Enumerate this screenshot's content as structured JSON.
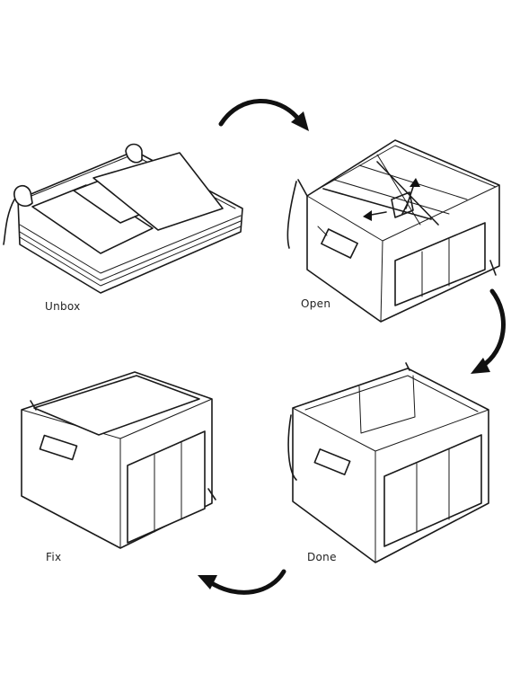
{
  "steps": [
    {
      "label": "Unbox"
    },
    {
      "label": "Open"
    },
    {
      "label": "Fix"
    },
    {
      "label": "Done"
    }
  ],
  "colors": {
    "line": "#1a1a1a",
    "background": "#ffffff"
  }
}
